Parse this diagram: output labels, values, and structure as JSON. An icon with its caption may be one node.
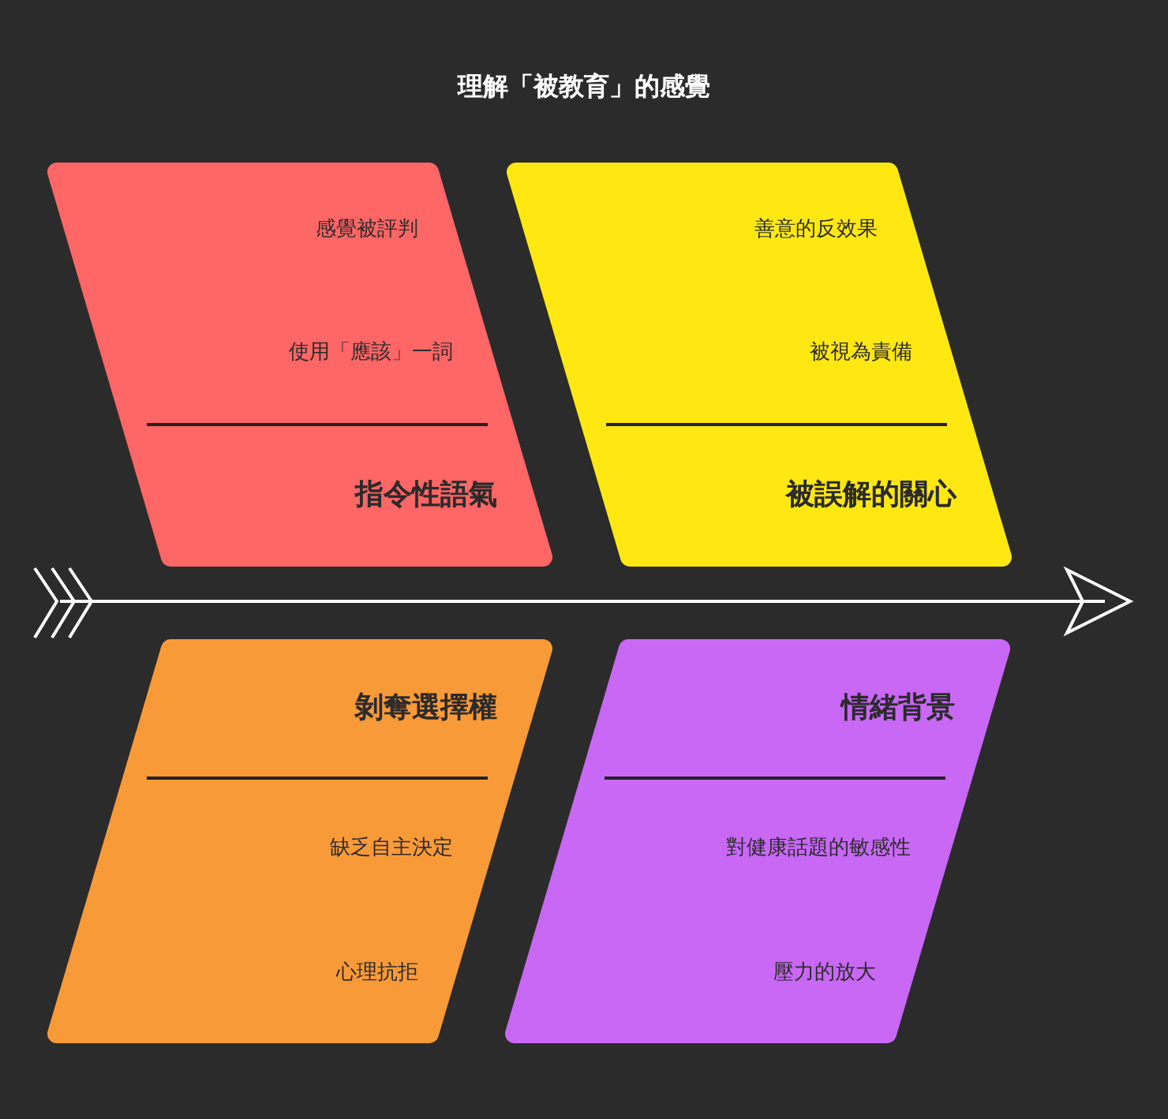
{
  "diagram": {
    "title": "理解「被教育」的感覺",
    "nodes": [
      {
        "text": [
          "感覺被評判",
          "使用「應該」一詞",
          "指令性語氣"
        ]
      },
      {
        "text": [
          "善意的反效果",
          "被視為責備",
          "被誤解的關心"
        ]
      },
      {
        "text": [
          "剝奪選擇權",
          "缺乏自主決定",
          "心理抗拒"
        ]
      },
      {
        "text": [
          "情緒背景",
          "對健康話題的敏感性",
          "壓力的放大"
        ]
      }
    ]
  }
}
